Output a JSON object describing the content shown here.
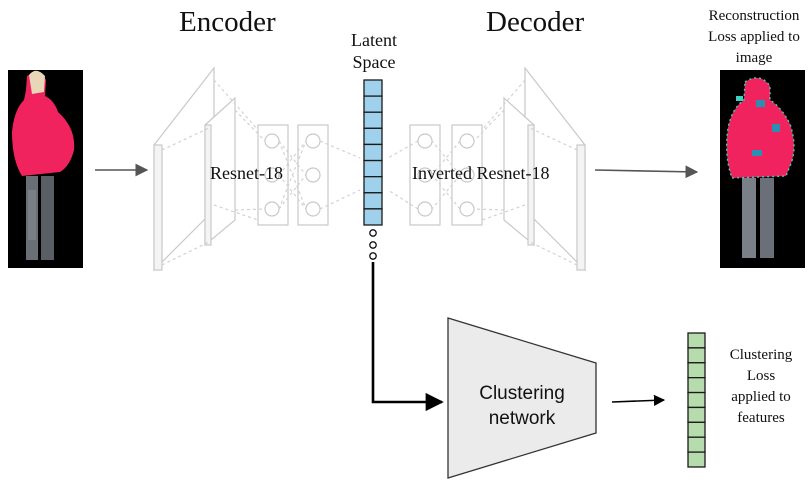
{
  "encoder": {
    "title": "Encoder",
    "backbone": "Resnet-18"
  },
  "latent": {
    "label_line1": "Latent",
    "label_line2": "Space",
    "color": "#9fd0ec"
  },
  "decoder": {
    "title": "Decoder",
    "backbone": "Inverted Resnet-18"
  },
  "reconstruction_loss": {
    "line1": "Reconstruction",
    "line2": "Loss applied to",
    "line3": "image"
  },
  "clustering_network": {
    "line1": "Clustering",
    "line2": "network",
    "color": "#ebebeb"
  },
  "clustering_loss": {
    "line1": "Clustering",
    "line2": "Loss",
    "line3": "applied to",
    "line4": "features"
  },
  "feature_vector": {
    "color": "#b6dbac"
  },
  "colors": {
    "jacket": "#f1235e",
    "background_photo": "#000000",
    "arrow": "#555555"
  }
}
